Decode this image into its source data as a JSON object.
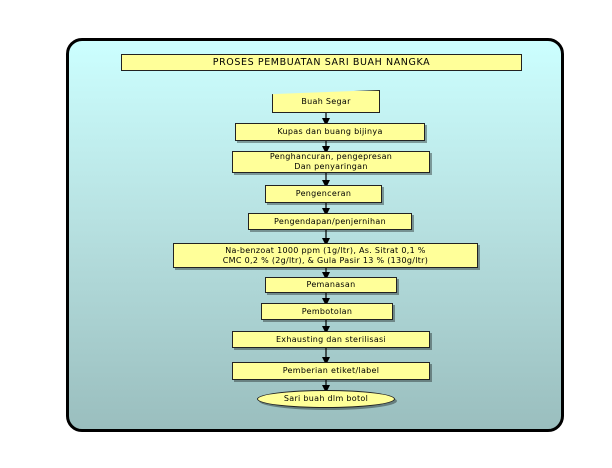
{
  "diagram": {
    "title": "PROSES PEMBUATAN SARI BUAH NANGKA",
    "steps": [
      "Buah Segar",
      "Kupas dan buang bijinya",
      "Penghancuran, pengepresan\nDan penyaringan",
      "Pengenceran",
      "Pengendapan/penjernihan",
      "Na-benzoat 1000 ppm (1g/ltr), As. Sitrat 0,1 %\nCMC 0,2 % (2g/ltr), & Gula Pasir 13 % (130g/ltr)",
      "Pemanasan",
      "Pembotolan",
      "Exhausting dan sterilisasi",
      "Pemberian etiket/label",
      "Sari buah dlm botol"
    ],
    "colors": {
      "box_fill": "#ffff99",
      "panel_top": "#ccffff",
      "panel_bottom": "#9abebe",
      "border": "#000000"
    }
  }
}
